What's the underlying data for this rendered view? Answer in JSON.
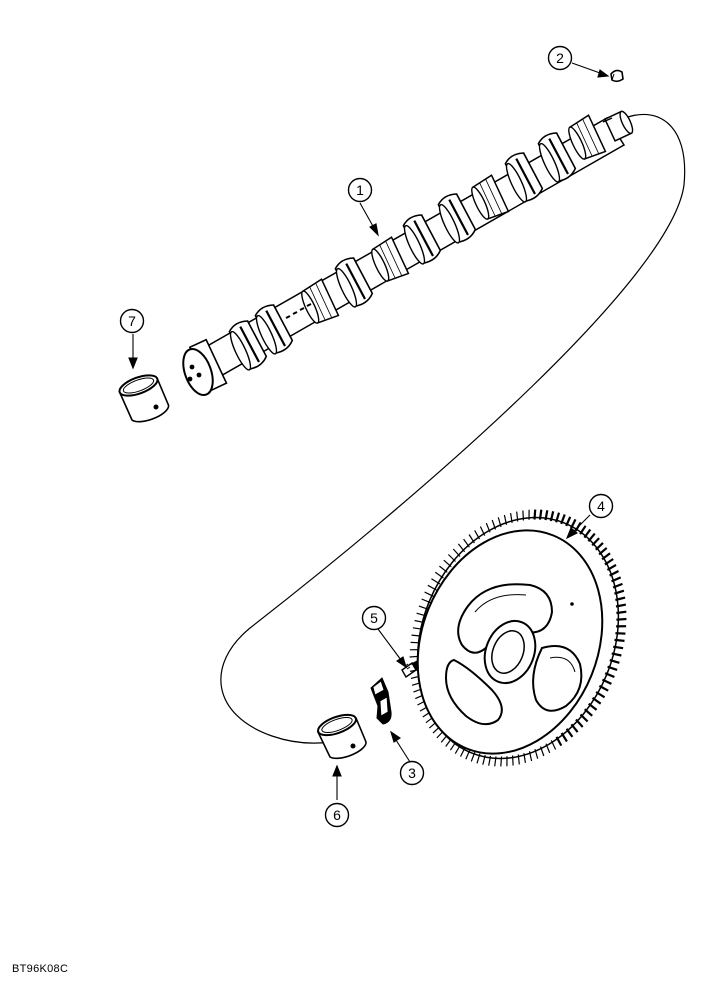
{
  "figure_code": "BT96K08C",
  "callouts": [
    {
      "id": "1",
      "part": "camshaft"
    },
    {
      "id": "2",
      "part": "key"
    },
    {
      "id": "3",
      "part": "thrust-plate"
    },
    {
      "id": "4",
      "part": "camshaft-gear"
    },
    {
      "id": "5",
      "part": "bolt"
    },
    {
      "id": "6",
      "part": "rear-bushing"
    },
    {
      "id": "7",
      "part": "front-bushing"
    }
  ]
}
